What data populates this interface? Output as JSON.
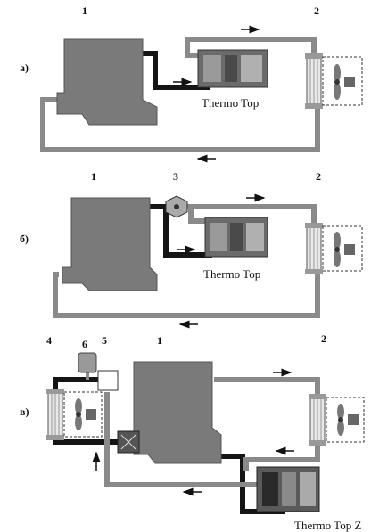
{
  "panels": [
    {
      "label": "а)",
      "device": "Thermo Top",
      "numbers": [
        "1",
        "2"
      ]
    },
    {
      "label": "б)",
      "device": "Thermo Top",
      "numbers": [
        "1",
        "3",
        "2"
      ]
    },
    {
      "label": "в)",
      "device": "Thermo Top Z",
      "numbers": [
        "4",
        "6",
        "5",
        "1",
        "2"
      ]
    }
  ],
  "colors": {
    "engine": "#7a7a7a",
    "pipe_gray": "#8a8a8a",
    "pipe_black": "#151515",
    "heater": "#6b6b6b"
  }
}
